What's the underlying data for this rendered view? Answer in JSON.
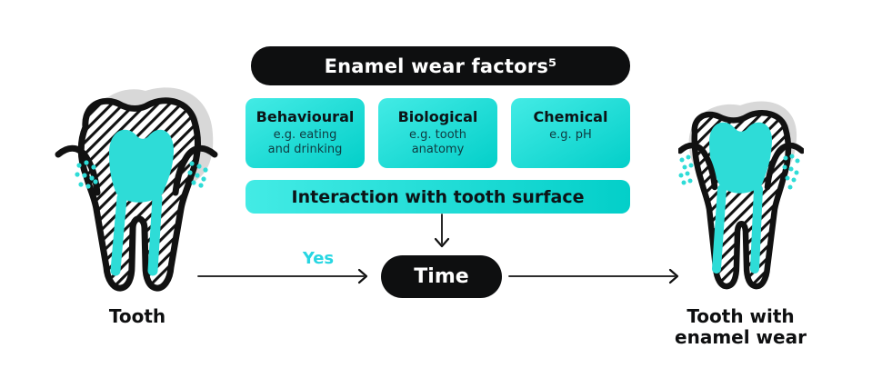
{
  "diagram": {
    "title": "Enamel wear factors⁵",
    "factors": [
      {
        "heading": "Behavioural",
        "example": "e.g. eating\nand drinking"
      },
      {
        "heading": "Biological",
        "example": "e.g. tooth\nanatomy"
      },
      {
        "heading": "Chemical",
        "example": "e.g. pH"
      }
    ],
    "interaction_label": "Interaction with tooth surface",
    "yes_label": "Yes",
    "time_label": "Time",
    "left_tooth_label": "Tooth",
    "right_tooth_label": "Tooth with\nenamel wear"
  },
  "colors": {
    "ink": "#0e0f10",
    "cyan-bright": "#43ebe5",
    "cyan-deep": "#03cfc9",
    "pulp-cyan": "#2edcd7",
    "yes-cyan": "#27d6e2",
    "enamel-gray": "#d8d8d8",
    "text-dark": "#0c1417",
    "text-teal": "#0f3a40"
  }
}
